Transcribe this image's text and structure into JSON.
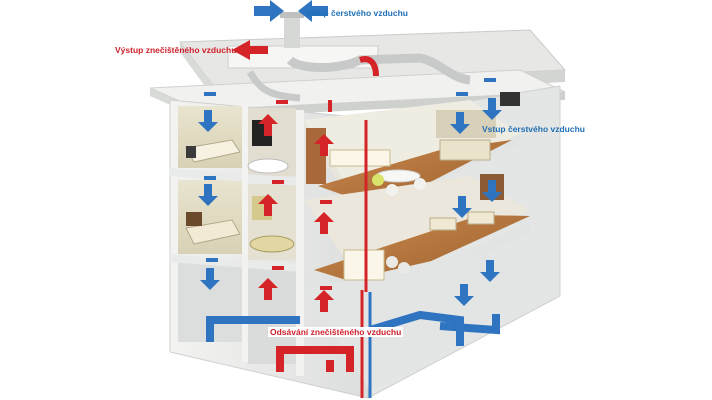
{
  "labels": {
    "fresh_air_inlet_top": "Vstup čerstvého vzduchu",
    "polluted_air_outlet": "Výstup znečištěného vzduchu",
    "fresh_air_inlet_side": "Vstup čerstvého vzduchu",
    "polluted_air_extraction": "Odsávání znečištěného vzduchu"
  },
  "colors": {
    "fresh_air": "#2f74c0",
    "polluted_air": "#d52428",
    "building_wall": "#eceeed",
    "wood_floor": "#b7773f"
  },
  "icons": {
    "fresh_air_arrow": "arrow-down-icon",
    "polluted_air_arrow": "arrow-up-icon"
  }
}
